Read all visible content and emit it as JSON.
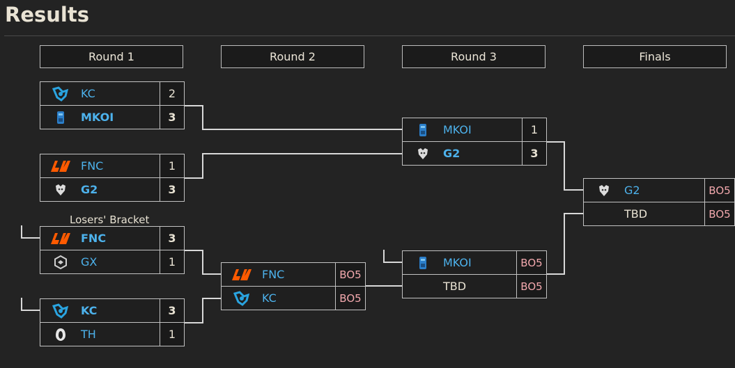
{
  "page": {
    "title": "Results"
  },
  "rounds": [
    "Round 1",
    "Round 2",
    "Round 3",
    "Finals"
  ],
  "losers_label": "Losers' Bracket",
  "teams": {
    "kc_r1": {
      "name": "KC",
      "score": "2"
    },
    "mkoi_r1": {
      "name": "MKOI",
      "score": "3"
    },
    "fnc_r1": {
      "name": "FNC",
      "score": "1"
    },
    "g2_r1": {
      "name": "G2",
      "score": "3"
    },
    "fnc_lb": {
      "name": "FNC",
      "score": "3"
    },
    "gx_lb": {
      "name": "GX",
      "score": "1"
    },
    "kc_lb": {
      "name": "KC",
      "score": "3"
    },
    "th_lb": {
      "name": "TH",
      "score": "1"
    },
    "fnc_r2": {
      "name": "FNC",
      "score": "BO5"
    },
    "kc_r2": {
      "name": "KC",
      "score": "BO5"
    },
    "mkoi_r3": {
      "name": "MKOI",
      "score": "1"
    },
    "g2_r3": {
      "name": "G2",
      "score": "3"
    },
    "mkoi_r3b": {
      "name": "MKOI",
      "score": "BO5"
    },
    "tbd_r3b": {
      "name": "TBD",
      "score": "BO5"
    },
    "g2_final": {
      "name": "G2",
      "score": "BO5"
    },
    "tbd_final": {
      "name": "TBD",
      "score": "BO5"
    }
  },
  "icons": {
    "kc": "kc-logo-icon",
    "mkoi": "mkoi-logo-icon",
    "fnc": "fnc-logo-icon",
    "g2": "g2-logo-icon",
    "gx": "gx-logo-icon",
    "th": "th-logo-icon"
  },
  "colors": {
    "team_name": "#4db2ec",
    "bo5": "#f2a8ad",
    "fnc_orange": "#ff5a00"
  }
}
